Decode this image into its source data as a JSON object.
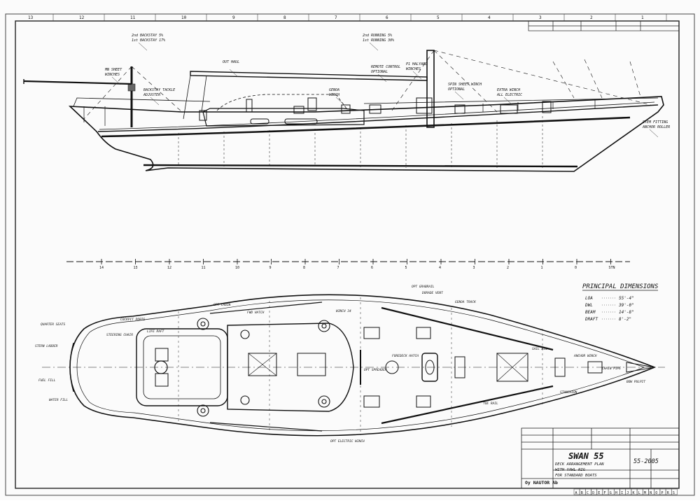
{
  "drawing": {
    "profile_notes": [
      {
        "id": "mast-stays",
        "l1": "2nd BACKSTAY 5%",
        "l2": "1st BACKSTAY 17%"
      },
      {
        "id": "fwd-stays",
        "l1": "2nd RUNNING 5%",
        "l2": "1st RUNNING 30%"
      },
      {
        "id": "boom",
        "l1": "OUT HAUL",
        "l2": ""
      },
      {
        "id": "mizzen-sheet",
        "l1": "MN SHEET",
        "l2": "WINCHES"
      },
      {
        "id": "backstay-tackle",
        "l1": "BACKSTAY TACKLE",
        "l2": "ADJUSTER"
      },
      {
        "id": "remote-control",
        "l1": "REMOTE CONTROL",
        "l2": "OPTIONAL"
      },
      {
        "id": "p1-halyard",
        "l1": "P1 HALYARD",
        "l2": "WINCHES"
      },
      {
        "id": "extra-winch",
        "l1": "EXTRA WINCH",
        "l2": "ALL ELECTRIC"
      },
      {
        "id": "cockpit-winch",
        "l1": "GENOA",
        "l2": "WINCH"
      },
      {
        "id": "spin-sheet",
        "l1": "SPIN SHEET WINCH",
        "l2": "OPTIONAL"
      },
      {
        "id": "bow-fitting",
        "l1": "STEM FITTING",
        "l2": "ANCHOR ROLLER"
      }
    ],
    "plan_notes": [
      {
        "id": "quarter-seats",
        "text": "QUARTER SEATS"
      },
      {
        "id": "steering",
        "text": "STEERING CHAIR"
      },
      {
        "id": "life-raft",
        "text": "LIFE RAFT"
      },
      {
        "id": "stern-ladder",
        "text": "STERN LADDER"
      },
      {
        "id": "cockpit-ports",
        "text": "COCKPIT PORTS"
      },
      {
        "id": "opt-cabin",
        "text": "OPT CABIN"
      },
      {
        "id": "fwd-hatch",
        "text": "FWD HATCH"
      },
      {
        "id": "winch-main",
        "text": "WINCH 34"
      },
      {
        "id": "opt-grabrail",
        "text": "OPT GRABRAIL"
      },
      {
        "id": "dorade",
        "text": "DORADE VENT"
      },
      {
        "id": "genoa-track",
        "text": "GENOA TRACK"
      },
      {
        "id": "foredeck-hatch",
        "text": "FOREDECK HATCH"
      },
      {
        "id": "opt-spreader",
        "text": "OPT SPREADER"
      },
      {
        "id": "sail-bin",
        "text": "SAIL BIN"
      },
      {
        "id": "anchor-winch",
        "text": "ANCHOR WINCH"
      },
      {
        "id": "bow-pulpit",
        "text": "BOW PULPIT"
      },
      {
        "id": "stanchion",
        "text": "STANCHION"
      },
      {
        "id": "toe-rail",
        "text": "TOE RAIL"
      },
      {
        "id": "fuel-fill",
        "text": "FUEL FILL"
      },
      {
        "id": "water-fill",
        "text": "WATER FILL"
      },
      {
        "id": "chain-pipe",
        "text": "CHAIN PIPE"
      },
      {
        "id": "opt-electric",
        "text": "OPT ELECTRIC WINCH"
      }
    ],
    "dimensions": {
      "heading": "PRINCIPAL DIMENSIONS",
      "rows": [
        {
          "label": "LOA",
          "value": "55'-4\""
        },
        {
          "label": "DWL",
          "value": "39'-0\""
        },
        {
          "label": "BEAM",
          "value": "14'-8\""
        },
        {
          "label": "DRAFT",
          "value": "8'-2\""
        }
      ]
    },
    "title_block": {
      "boat": "SWAN 55",
      "description_1": "DECK ARRANGEMENT PLAN",
      "description_2": "WITH YAWL RIG",
      "description_3": "FOR STANDARD BOATS",
      "drawing_number": "55-2005",
      "company": "Oy NAUTOR Ab"
    },
    "frame_numbers": {
      "top": [
        "13",
        "12",
        "11",
        "10",
        "9",
        "8",
        "7",
        "6",
        "5",
        "4",
        "3",
        "2",
        "1"
      ],
      "bottom": [
        "A",
        "B",
        "C",
        "D",
        "E",
        "F",
        "G",
        "H",
        "I",
        "J",
        "K",
        "L",
        "M",
        "N",
        "O",
        "P",
        "R",
        "S"
      ]
    },
    "station_marks": [
      "14",
      "13",
      "12",
      "11",
      "10",
      "9",
      "8",
      "7",
      "6",
      "5",
      "4",
      "3",
      "2",
      "1",
      "0",
      "STN"
    ]
  }
}
